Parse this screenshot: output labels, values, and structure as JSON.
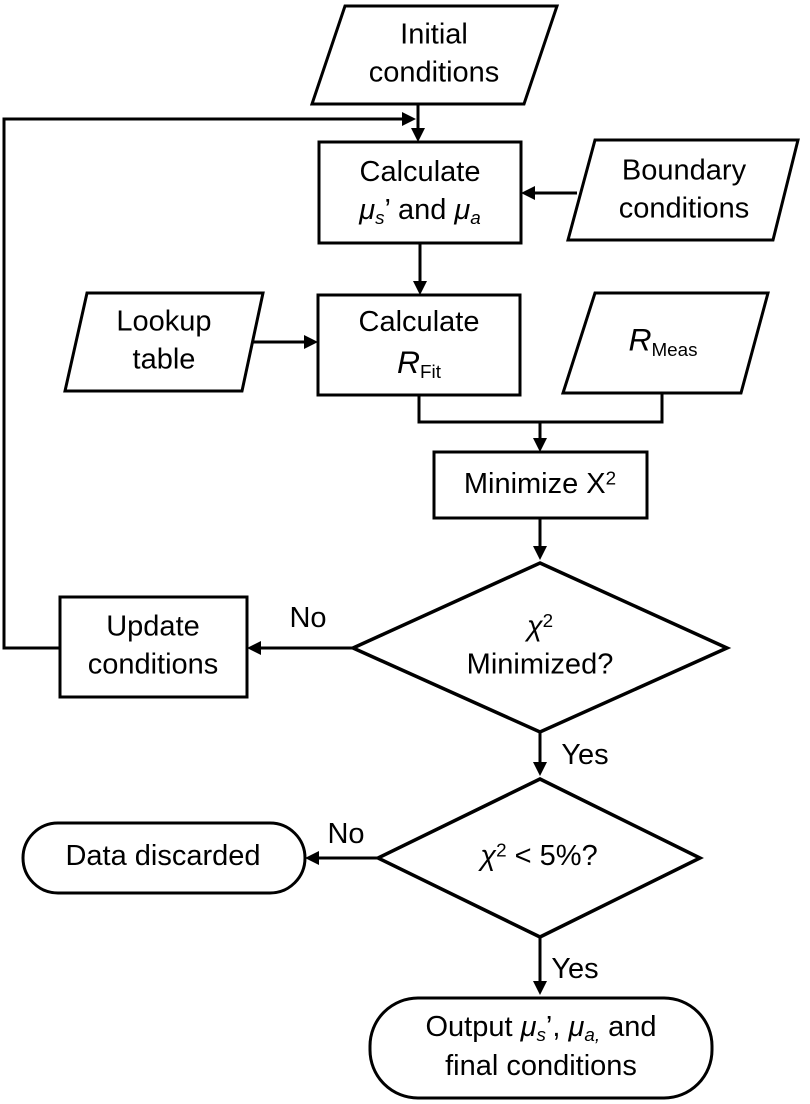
{
  "figure": {
    "background": "#ffffff",
    "stroke_color": "#000000"
  },
  "nodes": {
    "initial_conditions": {
      "line1": "Initial",
      "line2": "conditions"
    },
    "calculate_mu": {
      "line1": "Calculate",
      "mu_s": "μ",
      "mu_s_sub": "s",
      "mid": "’ and ",
      "mu_a": "μ",
      "mu_a_sub": "a"
    },
    "boundary_conditions": {
      "line1": "Boundary",
      "line2": "conditions"
    },
    "lookup_table": {
      "line1": "Lookup",
      "line2": "table"
    },
    "calculate_rfit": {
      "line1": "Calculate",
      "symbol": "R",
      "symbol_sub": "Fit"
    },
    "r_meas": {
      "symbol": "R",
      "symbol_sub": "Meas"
    },
    "minimize_chi": {
      "text": "Minimize X",
      "sup": "2"
    },
    "chi_minimized": {
      "chi": "χ",
      "sup": "2",
      "line2": "Minimized?"
    },
    "update_conditions": {
      "line1": "Update",
      "line2": "conditions"
    },
    "chi_threshold": {
      "chi": "χ",
      "sup": "2",
      "rest": " < 5%?"
    },
    "data_discarded": {
      "text": "Data discarded"
    },
    "output": {
      "prefix": "Output ",
      "mu_s": "μ",
      "mu_s_sub": "s",
      "seg1": "’, ",
      "mu_a": "μ",
      "mu_a_sub": "a,",
      "seg2": " and",
      "line2": "final conditions"
    }
  },
  "edge_labels": {
    "no_minimized": "No",
    "yes_minimized": "Yes",
    "no_threshold": "No",
    "yes_threshold": "Yes"
  }
}
